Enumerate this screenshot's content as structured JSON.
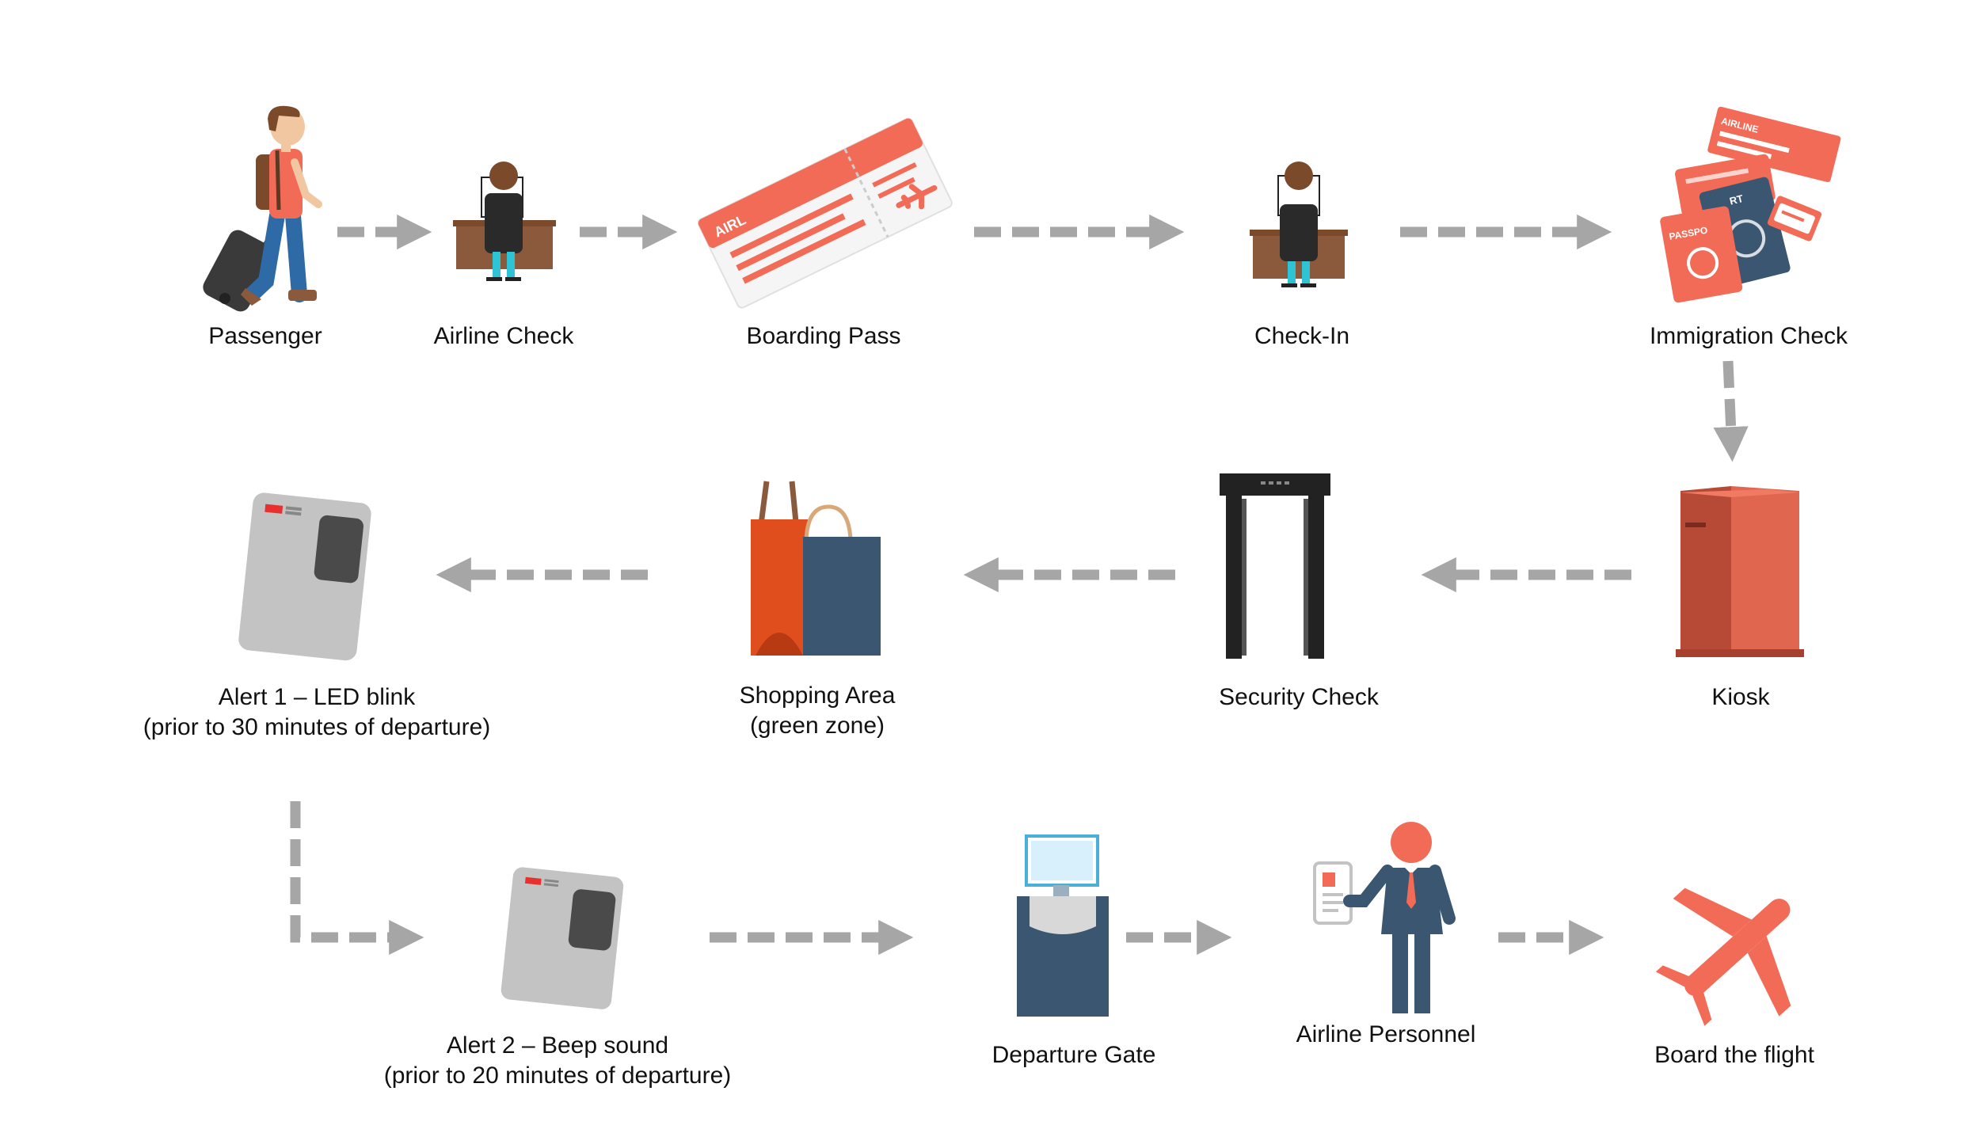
{
  "steps": {
    "passenger": {
      "label": "Passenger"
    },
    "airline_check": {
      "label": "Airline Check"
    },
    "boarding_pass": {
      "label": "Boarding Pass",
      "ticket_text": "AIRL"
    },
    "check_in": {
      "label": "Check-In"
    },
    "immigration_check": {
      "label": "Immigration Check",
      "ticket_text": "AIRLINE",
      "passport_text": "PASSPO",
      "passport_text_2": "RT"
    },
    "kiosk": {
      "label": "Kiosk"
    },
    "security_check": {
      "label": "Security Check"
    },
    "shopping_area": {
      "label": "Shopping Area",
      "sublabel": "(green zone)"
    },
    "alert_1": {
      "label": "Alert 1 – LED blink",
      "sublabel": "(prior to 30 minutes of departure)"
    },
    "alert_2": {
      "label": "Alert 2 – Beep sound",
      "sublabel": "(prior to 20 minutes of departure)"
    },
    "departure_gate": {
      "label": "Departure Gate"
    },
    "airline_personnel": {
      "label": "Airline Personnel"
    },
    "board_flight": {
      "label": "Board the flight"
    }
  },
  "colors": {
    "coral": "#f26b57",
    "dark_navy": "#3a5670",
    "arrow_gray": "#a6a6a6",
    "desk_brown": "#8b5a3c",
    "device_gray": "#c3c3c3",
    "kiosk_red": "#d05a45"
  }
}
